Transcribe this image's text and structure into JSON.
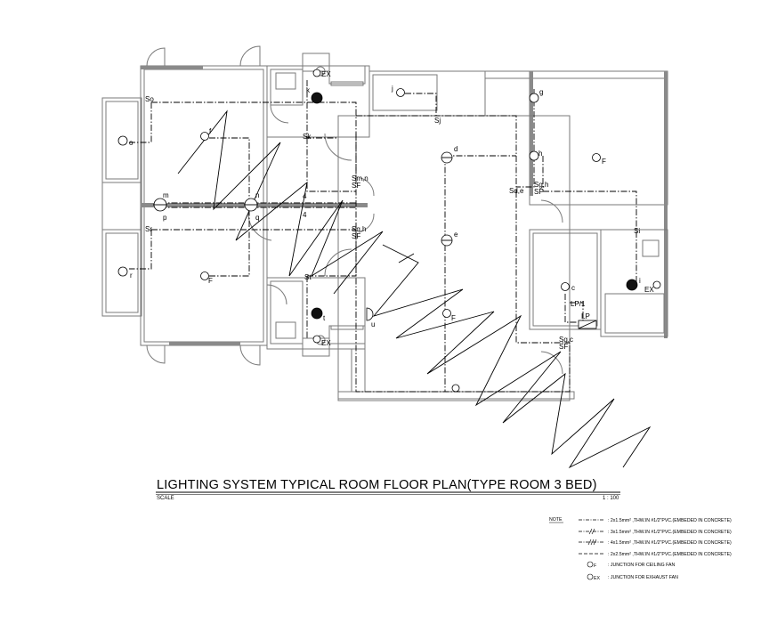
{
  "title": "LIGHTING SYSTEM TYPICAL ROOM FLOOR PLAN(TYPE ROOM 3 BED)",
  "scale_label": "SCALE",
  "scale_value": "1 : 100",
  "notes": {
    "heading": "NOTE",
    "items": [
      {
        "symbol": "dash-dot-line",
        "text": ": 2x1.5mm² ,THW.IN #1/2\"PVC.(EMBEDED IN CONCRETE)"
      },
      {
        "symbol": "two-tick-line",
        "text": ": 3x1.5mm² ,THW.IN #1/2\"PVC.(EMBEDED IN CONCRETE)"
      },
      {
        "symbol": "three-tick-line",
        "text": ": 4x1.5mm² ,THW.IN #1/2\"PVC.(EMBEDED IN CONCRETE)"
      },
      {
        "symbol": "dash-line",
        "text": ": 2x2.5mm² ,THW.IN #1/2\"PVC.(EMBEDED IN CONCRETE)"
      },
      {
        "symbol": "ceiling-fan-junction",
        "symbol_label": "F",
        "text": ": JUNCTION FOR CEILING FAN"
      },
      {
        "symbol": "exhaust-fan-junction",
        "symbol_label": "EX",
        "text": ": JUNCTION FOR EXHAUST FAN"
      }
    ]
  },
  "labels": {
    "so": "So",
    "o": "o",
    "f1": "f",
    "m": "m",
    "n": "n",
    "p": "p",
    "q": "q",
    "sr": "Sr",
    "r": "r",
    "sk": "Sk",
    "k": "k",
    "j": "j",
    "sj": "Sj",
    "d": "d",
    "e": "e",
    "g": "g",
    "h": "h",
    "sde": "Sd,e",
    "sgh": "Sg,h",
    "sf": "SF",
    "smn": "Sm,n",
    "sqh": "Sq,h",
    "st": "St",
    "t": "t",
    "u": "u",
    "si": "Si",
    "i": "i",
    "c": "c",
    "lp1": "LP/1",
    "lp": "LP",
    "sgc": "Sg,c",
    "ex": "EX",
    "fan": "F",
    "four": "4"
  }
}
